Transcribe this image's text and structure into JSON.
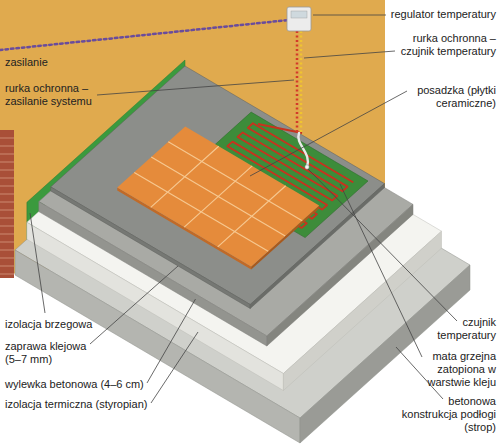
{
  "diagram": {
    "labels": [
      "regulator temperatury",
      "zasilanie",
      "rurka ochronna – czujnik temperatury",
      "rurka ochronna – zasilanie systemu",
      "posadzka (płytki ceramiczne)",
      "izolacja brzegowa",
      "czujnik temperatury",
      "zaprawa klejowa (5–7 mm)",
      "mata grzejna zatopiona w warstwie kleju",
      "wylewka betonowa (4–6 cm)",
      "betonowa konstrukcja podłogi (strop)",
      "izolacja termiczna (styropian)"
    ]
  }
}
